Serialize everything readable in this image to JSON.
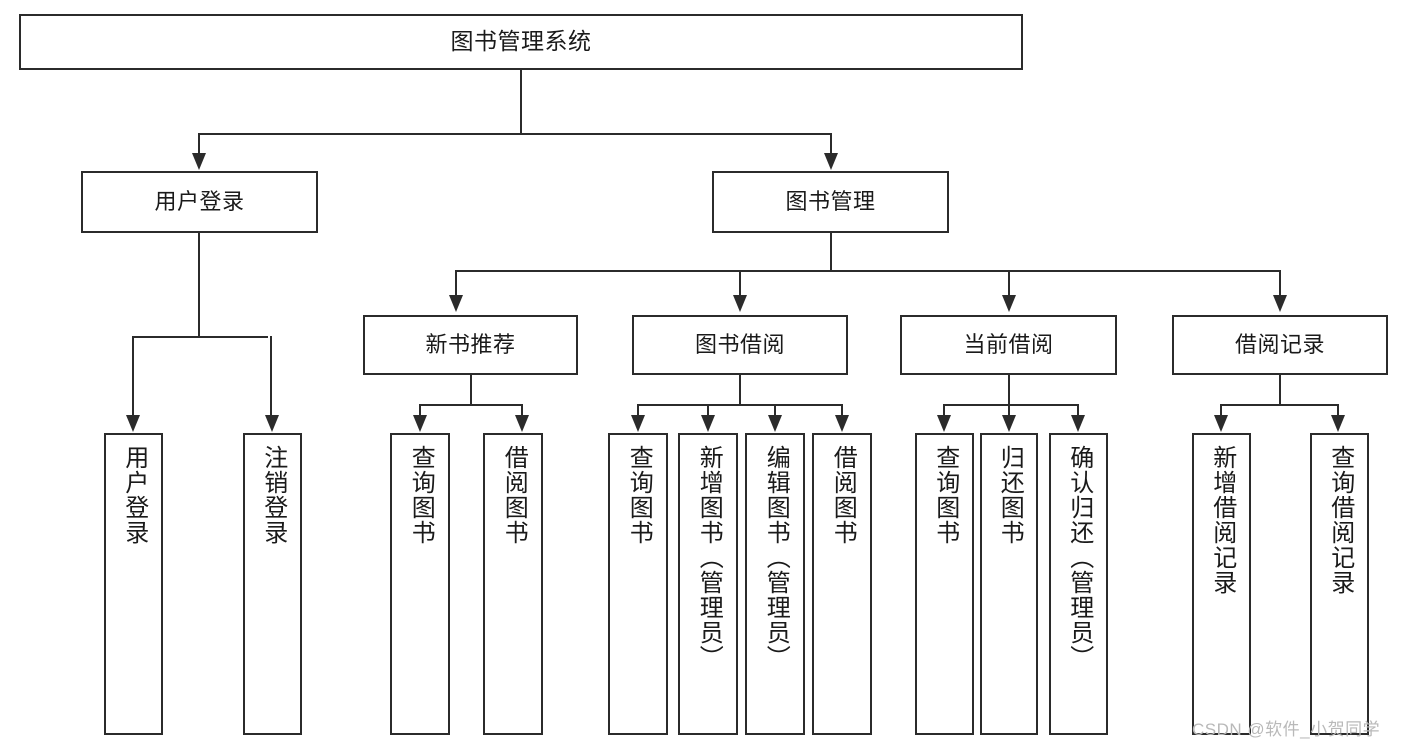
{
  "diagram": {
    "title": "图书管理系统",
    "watermark": "CSDN @软件_小贺同学",
    "type": "tree-hierarchy",
    "edge_color": "#2b2b2b",
    "box_fill": "#ffffff",
    "text_color": "#1a1a1a"
  },
  "nodes": {
    "root": {
      "label": "图书管理系统"
    },
    "level2": [
      {
        "id": "user-login",
        "label": "用户登录"
      },
      {
        "id": "book-manage",
        "label": "图书管理"
      }
    ],
    "level3": [
      {
        "id": "new-book-recommend",
        "label": "新书推荐"
      },
      {
        "id": "book-borrow",
        "label": "图书借阅"
      },
      {
        "id": "current-borrow",
        "label": "当前借阅"
      },
      {
        "id": "borrow-record",
        "label": "借阅记录"
      }
    ],
    "leaves": {
      "user_login": [
        {
          "id": "leaf-user-login",
          "label": "用户登录"
        },
        {
          "id": "leaf-logout-login",
          "label": "注销登录"
        }
      ],
      "new_book_recommend": [
        {
          "id": "leaf-query-book-1",
          "label": "查询图书"
        },
        {
          "id": "leaf-borrow-book-1",
          "label": "借阅图书"
        }
      ],
      "book_borrow": [
        {
          "id": "leaf-query-book-2",
          "label": "查询图书"
        },
        {
          "id": "leaf-add-book",
          "label": "新增图书（管理员）"
        },
        {
          "id": "leaf-edit-book",
          "label": "编辑图书（管理员）"
        },
        {
          "id": "leaf-borrow-book-2",
          "label": "借阅图书"
        }
      ],
      "current_borrow": [
        {
          "id": "leaf-query-book-3",
          "label": "查询图书"
        },
        {
          "id": "leaf-return-book",
          "label": "归还图书"
        },
        {
          "id": "leaf-confirm-return",
          "label": "确认归还（管理员）"
        }
      ],
      "borrow_record": [
        {
          "id": "leaf-add-record",
          "label": "新增借阅记录"
        },
        {
          "id": "leaf-query-record",
          "label": "查询借阅记录"
        }
      ]
    }
  }
}
